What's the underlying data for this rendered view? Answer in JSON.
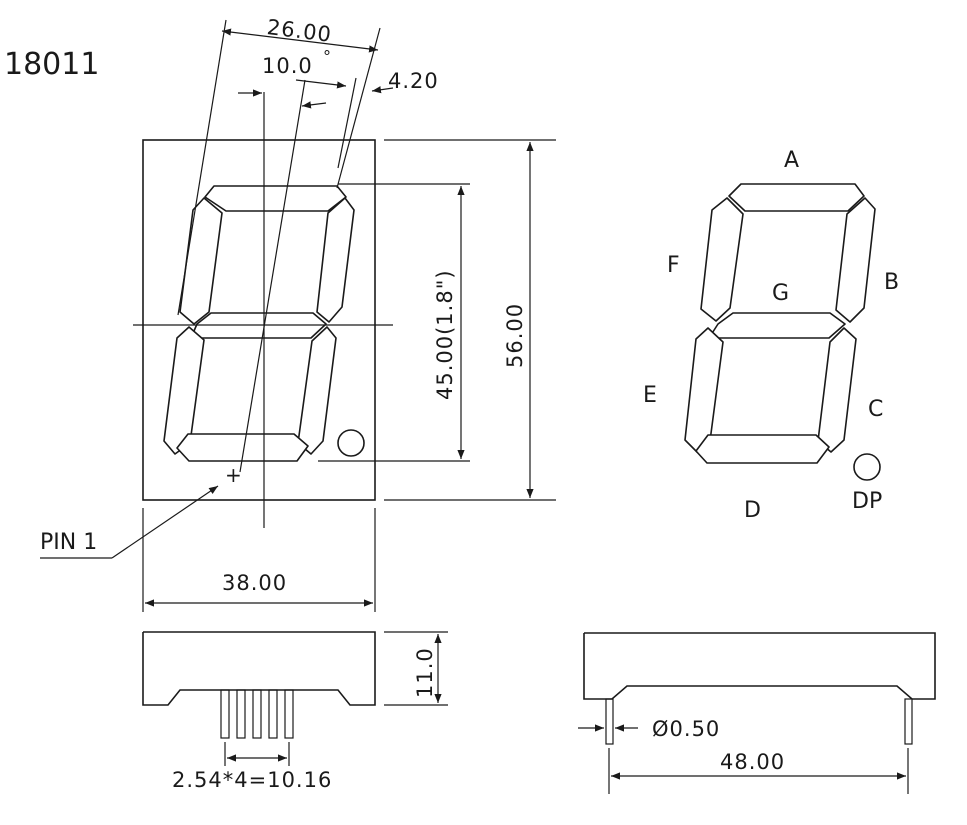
{
  "part_number": "18011",
  "dimensions": {
    "digit_height": "45.00(1.8\")",
    "body_height": "56.00",
    "body_width": "38.00",
    "segment_span": "26.00",
    "slant_angle": "10.0",
    "degree_symbol": "°",
    "segment_width": "4.20",
    "body_depth": "11.0",
    "pin_pitch": "2.54*4=10.16",
    "pin_diameter": "Ø0.50",
    "pin_row_length": "48.00"
  },
  "labels": {
    "pin1": "PIN 1",
    "pin1_mark": "+"
  },
  "segments": {
    "a": "A",
    "b": "B",
    "c": "C",
    "d": "D",
    "e": "E",
    "f": "F",
    "g": "G",
    "dp": "DP"
  }
}
